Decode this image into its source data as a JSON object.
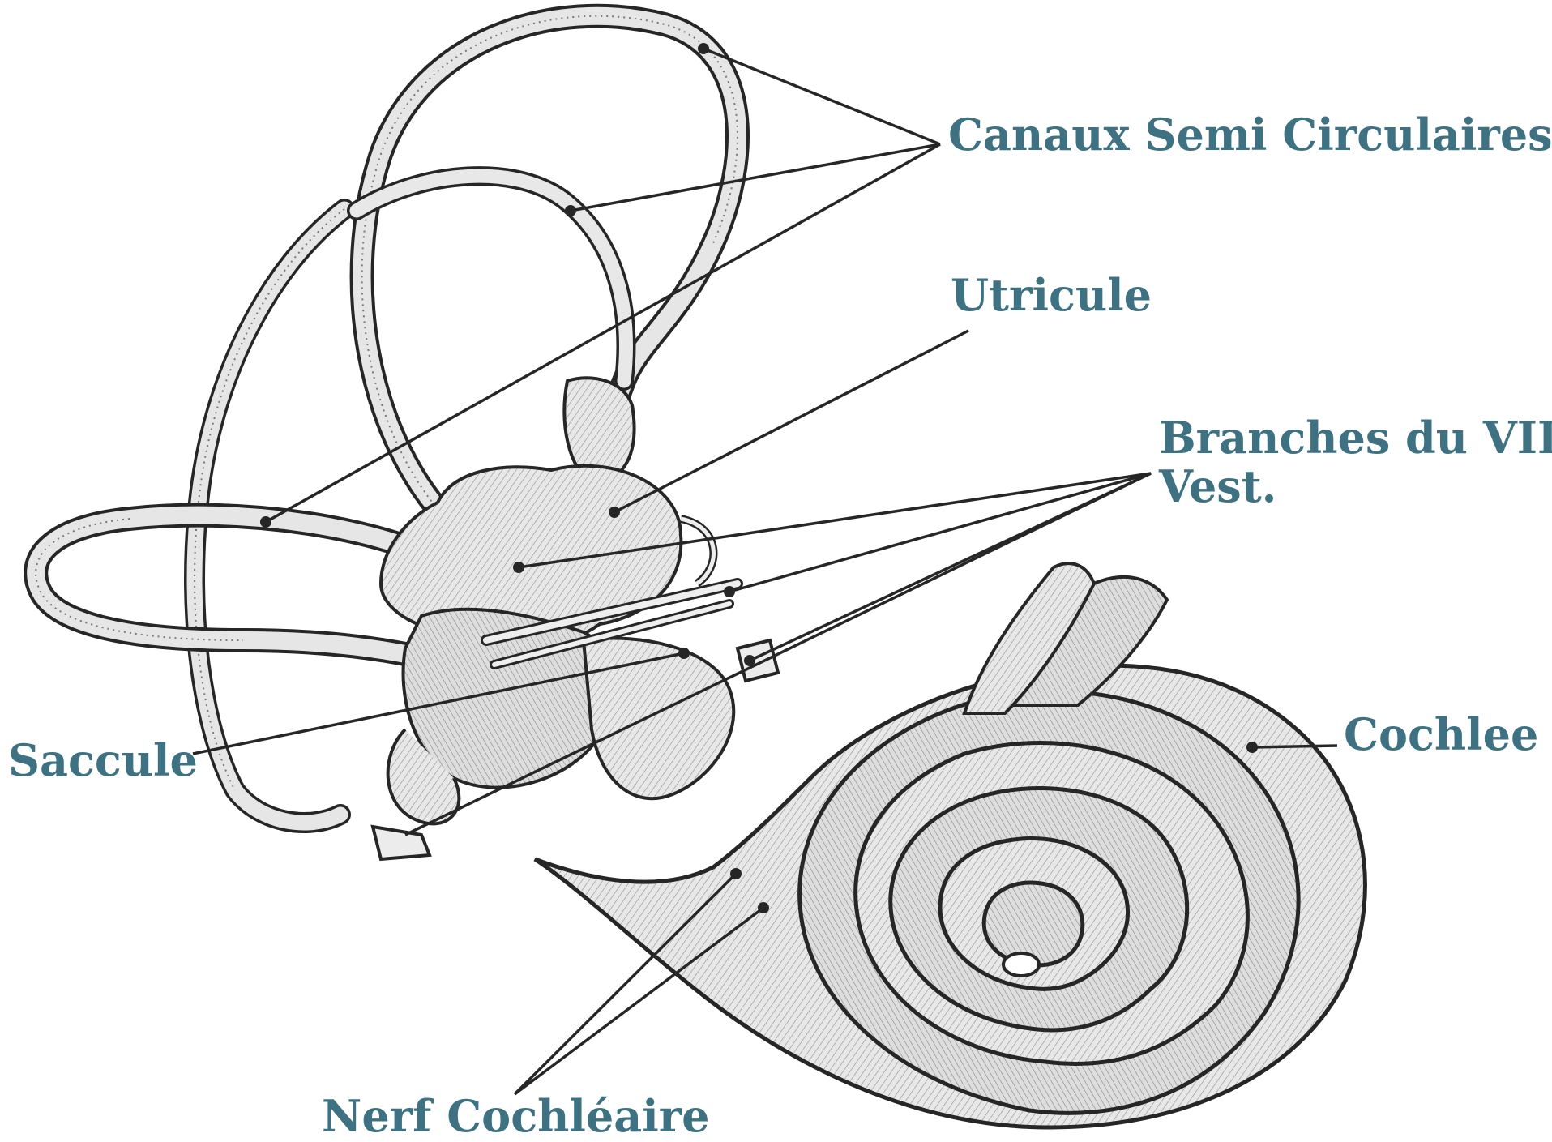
{
  "labels": {
    "canaux": "Canaux Semi Circulaires",
    "utricule": "Utricule",
    "branches_line1": "Branches du VIII",
    "branches_line2": "Vest.",
    "saccule": "Saccule",
    "cochlee": "Cochlee",
    "nerf": "Nerf Cochléaire"
  },
  "colors": {
    "label_text": "#3e7283",
    "ink": "#262626",
    "tissue": "#e5e5e5",
    "shade": "#bdbdbd",
    "background": "#ffffff"
  }
}
